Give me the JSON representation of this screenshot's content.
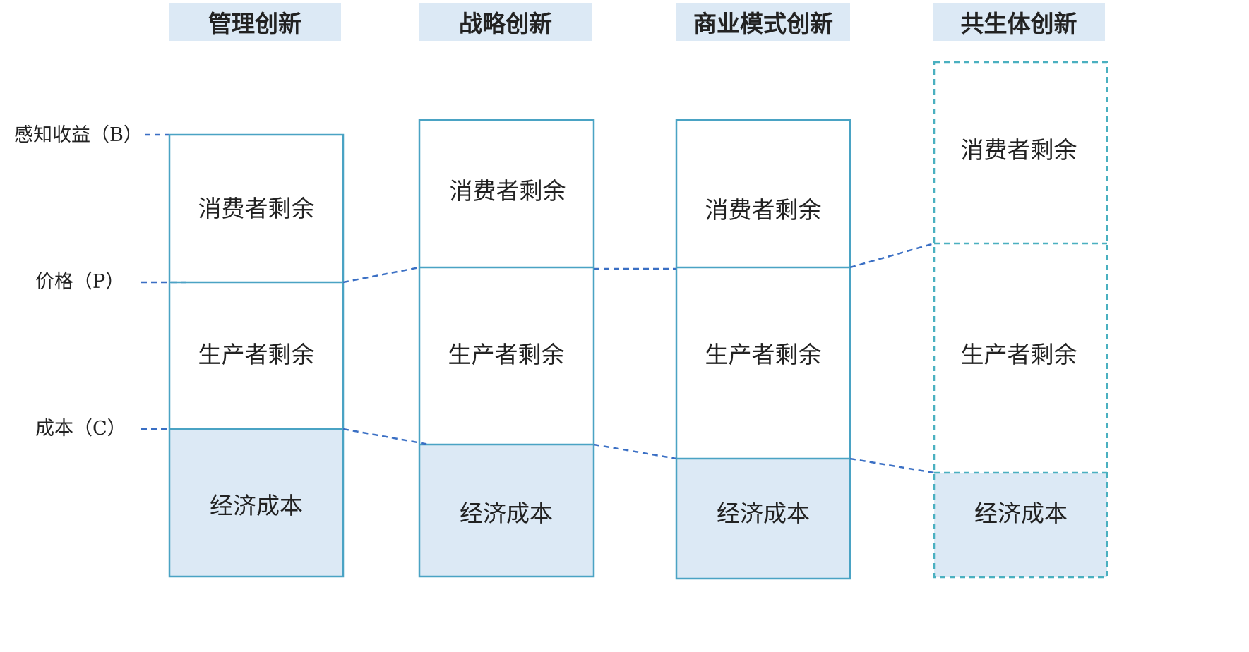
{
  "axis_labels": {
    "benefit": "感知收益（B）",
    "price": "价格（P）",
    "cost": "成本（C）"
  },
  "columns": [
    {
      "title": "管理创新",
      "consumer_surplus": "消费者剩余",
      "producer_surplus": "生产者剩余",
      "economic_cost": "经济成本"
    },
    {
      "title": "战略创新",
      "consumer_surplus": "消费者剩余",
      "producer_surplus": "生产者剩余",
      "economic_cost": "经济成本"
    },
    {
      "title": "商业模式创新",
      "consumer_surplus": "消费者剩余",
      "producer_surplus": "生产者剩余",
      "economic_cost": "经济成本"
    },
    {
      "title": "共生体创新",
      "consumer_surplus": "消费者剩余",
      "producer_surplus": "生产者剩余",
      "economic_cost": "经济成本"
    }
  ],
  "colors": {
    "box_border": "#4aa3c4",
    "dashed_box_border": "#4ab0c0",
    "header_fill": "#dce9f5",
    "cost_fill": "#dce9f5",
    "connector": "#3a6fc4"
  }
}
